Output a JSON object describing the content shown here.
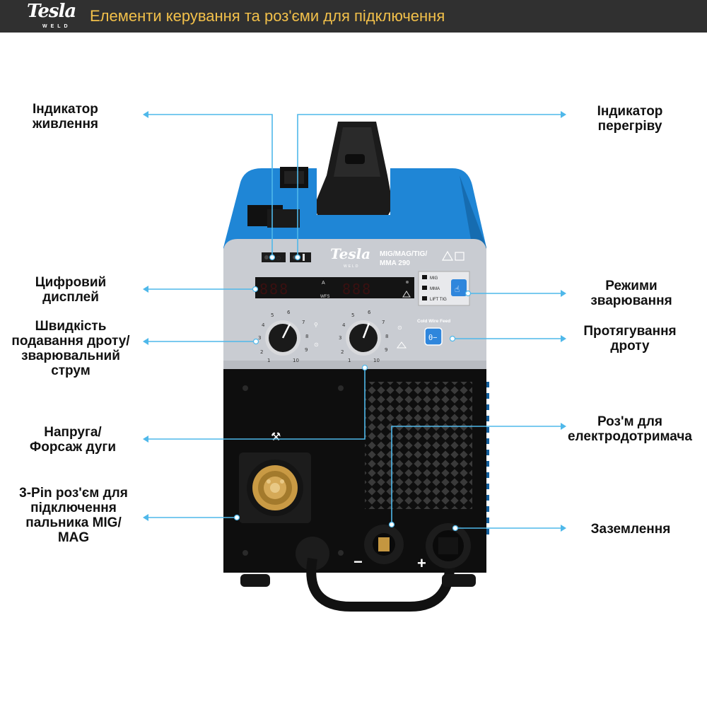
{
  "header": {
    "brand": "Tesla",
    "brand_sub": "WELD",
    "title": "Елементи керування та роз'єми для підключення"
  },
  "colors": {
    "header_bg": "#303030",
    "title": "#f2c04a",
    "leader_lines": "#4fb8ea",
    "machine_body": "#1f86d6"
  },
  "callouts": {
    "power_indicator": "Індикатор\nживлення",
    "overheat_indicator": "Індикатор\nперегріву",
    "digital_display": "Цифровий\nдисплей",
    "welding_modes": "Режими\nзварювання",
    "wire_speed_current": "Швидкість\nподавання дроту/\nзварювальний\nструм",
    "wire_feed": "Протягування\nдроту",
    "voltage_arc_force": "Напруга/\nФорсаж дуги",
    "electrode_holder": "Роз'м для\nелектродотримача",
    "torch_connector": "3-Pin роз'єм для\nпідключення\nпальника MIG/\nMAG",
    "ground": "Заземлення"
  },
  "machine": {
    "brand": "Tesla",
    "brand_sub": "WELD",
    "model_line1": "MIG/MAG/TIG/",
    "model_line2": "MMA 290",
    "display_unit_left": "A",
    "display_unit_right": "WFS",
    "mode_mig": "MIG",
    "mode_mma": "MMA",
    "mode_lift_tig": "LIFT TIG",
    "cold_wire_feed": "Cold Wire Feed",
    "minus": "−",
    "plus": "+"
  }
}
